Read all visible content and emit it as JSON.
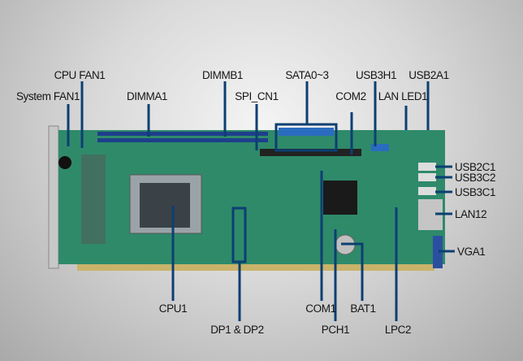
{
  "colors": {
    "leader": "#0c3f72",
    "board": "#2f8a6a",
    "background": "#d9d9d9"
  },
  "labels": {
    "cpu_fan1": "CPU FAN1",
    "system_fan1": "System FAN1",
    "dimma1": "DIMMA1",
    "dimmb1": "DIMMB1",
    "spi_cn1": "SPI_CN1",
    "sata": "SATA0~3",
    "com2": "COM2",
    "usb3h1": "USB3H1",
    "lan_led1": "LAN LED1",
    "usb2a1": "USB2A1",
    "usb2c1": "USB2C1",
    "usb3c2": "USB3C2",
    "usb3c1": "USB3C1",
    "lan12": "LAN12",
    "vga1": "VGA1",
    "cpu1": "CPU1",
    "dp": "DP1 & DP2",
    "com1": "COM1",
    "pch1": "PCH1",
    "bat1": "BAT1",
    "lpc2": "LPC2"
  }
}
